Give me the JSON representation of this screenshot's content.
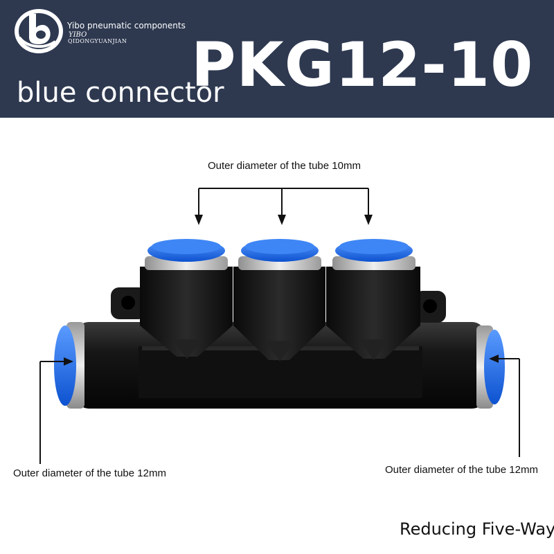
{
  "brand": {
    "name": "Yibo pneumatic components",
    "mark": "YIBO",
    "tagline": "QIDONGYUANJIAN",
    "logo_icon": "b-letter-logo-icon"
  },
  "header": {
    "model": "PKG12-10",
    "subtitle": "blue connector"
  },
  "annotations": {
    "top_ports": "Outer diameter of the tube 10mm",
    "left_port": "Outer diameter of the tube 12mm",
    "right_port": "Outer diameter of the tube 12mm"
  },
  "caption": "Reducing Five-Way",
  "colors": {
    "banner": "#2e3950",
    "fitting_body": "#141414",
    "collet": "#1f6fe8",
    "ring": "#c9c9c9"
  }
}
